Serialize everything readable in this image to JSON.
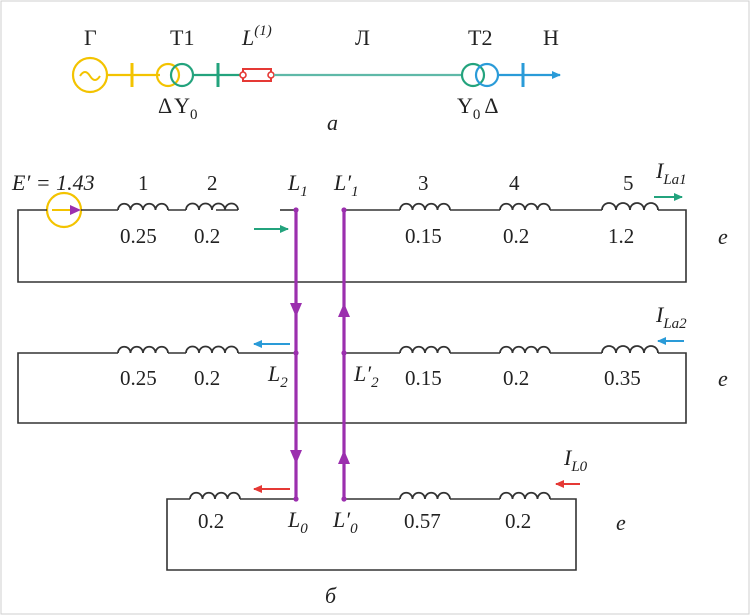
{
  "colors": {
    "yellow": "#f3c300",
    "green": "#23a37d",
    "teal": "#5fb9a8",
    "blue": "#2a9bd8",
    "red": "#e53935",
    "purple": "#9b2fae",
    "line_gray": "#555555"
  },
  "schematic": {
    "generator": "Г",
    "t1": "Т1",
    "fault": "L",
    "fault_sup": "(1)",
    "line": "Л",
    "t2": "Т2",
    "load": "Н",
    "t1_conn_a": "Δ",
    "t1_conn_b": "Y",
    "t1_conn_sub": "0",
    "t2_conn_a": "Y",
    "t2_conn_sub": "0",
    "t2_conn_b": "Δ",
    "caption": "а"
  },
  "positive": {
    "emf_label": "E′ = 1.43",
    "nums": [
      "1",
      "2",
      "3",
      "4",
      "5"
    ],
    "values": [
      "0.25",
      "0.2",
      "0.15",
      "0.2",
      "1.2"
    ],
    "left_node": "L",
    "left_node_sub": "1",
    "right_node": "L′",
    "right_node_sub": "1",
    "current": "I",
    "current_sub": "La1",
    "ground": "e"
  },
  "negative": {
    "values": [
      "0.25",
      "0.2",
      "0.15",
      "0.2",
      "0.35"
    ],
    "left_node": "L",
    "left_node_sub": "2",
    "right_node": "L′",
    "right_node_sub": "2",
    "current": "I",
    "current_sub": "La2",
    "ground": "e"
  },
  "zero": {
    "values": [
      "0.2",
      "0.57",
      "0.2"
    ],
    "left_node": "L",
    "left_node_sub": "0",
    "right_node": "L′",
    "right_node_sub": "0",
    "current": "I",
    "current_sub": "L0",
    "ground": "e"
  },
  "caption_b": "б"
}
